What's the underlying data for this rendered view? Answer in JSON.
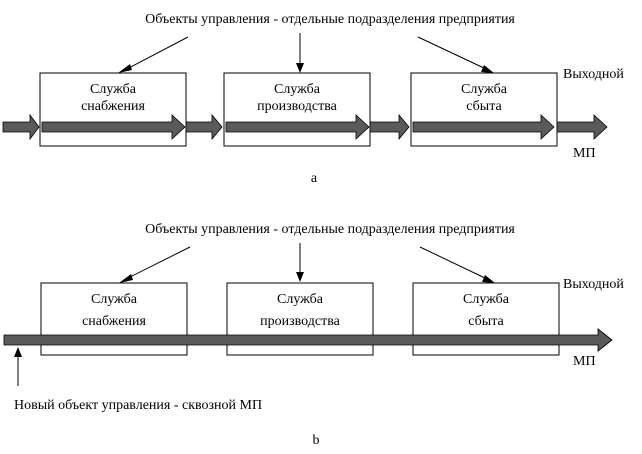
{
  "diagram_a": {
    "header": "Объекты управления - отдельные подразделения предприятия",
    "boxes": [
      {
        "line1": "Служба",
        "line2": "снабжения"
      },
      {
        "line1": "Служба",
        "line2": "производства"
      },
      {
        "line1": "Служба",
        "line2": "сбыта"
      }
    ],
    "output_line1": "Выходной",
    "output_line2": "МП",
    "caption": "a"
  },
  "diagram_b": {
    "header": "Объекты управления - отдельные подразделения предприятия",
    "boxes": [
      {
        "line1": "Служба",
        "line2": "снабжения"
      },
      {
        "line1": "Служба",
        "line2": "производства"
      },
      {
        "line1": "Служба",
        "line2": "сбыта"
      }
    ],
    "output_line1": "Выходной",
    "output_line2": "МП",
    "new_object": "Новый объект управления - сквозной МП",
    "caption": "b"
  }
}
